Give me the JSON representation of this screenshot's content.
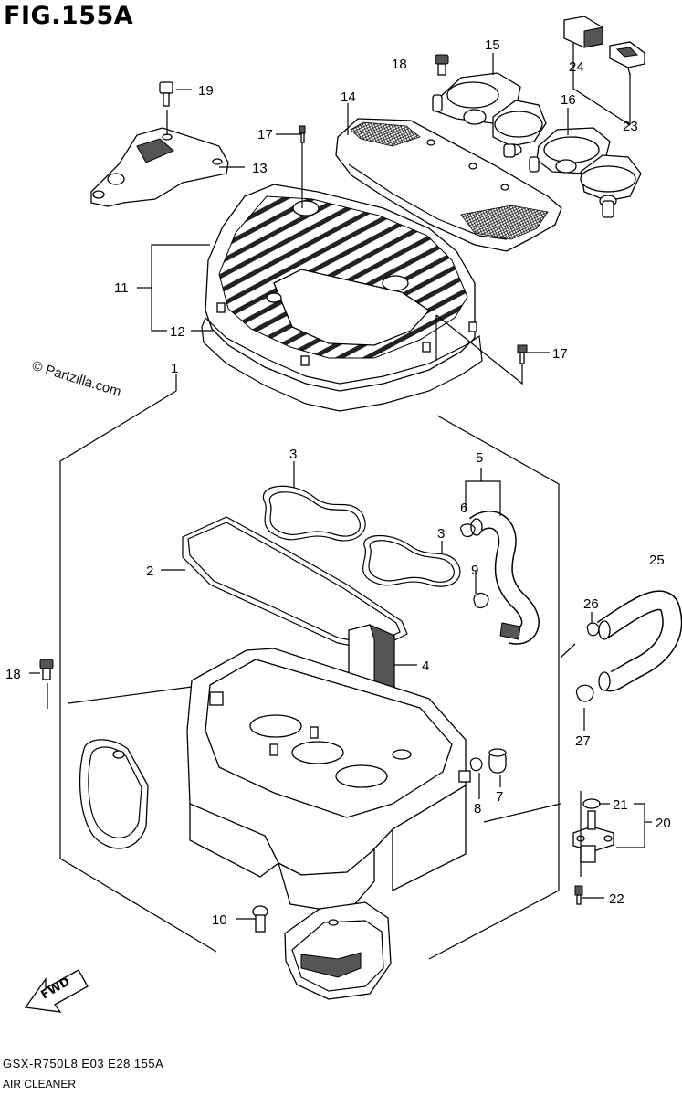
{
  "figure": {
    "title": "FIG.155A",
    "code": "GSX-R750L8  E03  E28  155A",
    "name": "AIR CLEANER",
    "watermark": "© Partzilla.com",
    "fwd_label": "FWD"
  },
  "callouts": [
    {
      "id": "c1",
      "label": "1"
    },
    {
      "id": "c2",
      "label": "2"
    },
    {
      "id": "c3a",
      "label": "3"
    },
    {
      "id": "c3b",
      "label": "3"
    },
    {
      "id": "c4",
      "label": "4"
    },
    {
      "id": "c5",
      "label": "5"
    },
    {
      "id": "c6",
      "label": "6"
    },
    {
      "id": "c7",
      "label": "7"
    },
    {
      "id": "c8",
      "label": "8"
    },
    {
      "id": "c9",
      "label": "9"
    },
    {
      "id": "c10",
      "label": "10"
    },
    {
      "id": "c11",
      "label": "11"
    },
    {
      "id": "c12",
      "label": "12"
    },
    {
      "id": "c13",
      "label": "13"
    },
    {
      "id": "c14",
      "label": "14"
    },
    {
      "id": "c15",
      "label": "15"
    },
    {
      "id": "c16",
      "label": "16"
    },
    {
      "id": "c17a",
      "label": "17"
    },
    {
      "id": "c17b",
      "label": "17"
    },
    {
      "id": "c18a",
      "label": "18"
    },
    {
      "id": "c18b",
      "label": "18"
    },
    {
      "id": "c19",
      "label": "19"
    },
    {
      "id": "c20",
      "label": "20"
    },
    {
      "id": "c21",
      "label": "21"
    },
    {
      "id": "c22",
      "label": "22"
    },
    {
      "id": "c23",
      "label": "23"
    },
    {
      "id": "c24",
      "label": "24"
    },
    {
      "id": "c25",
      "label": "25"
    },
    {
      "id": "c26",
      "label": "26"
    },
    {
      "id": "c27",
      "label": "27"
    }
  ]
}
